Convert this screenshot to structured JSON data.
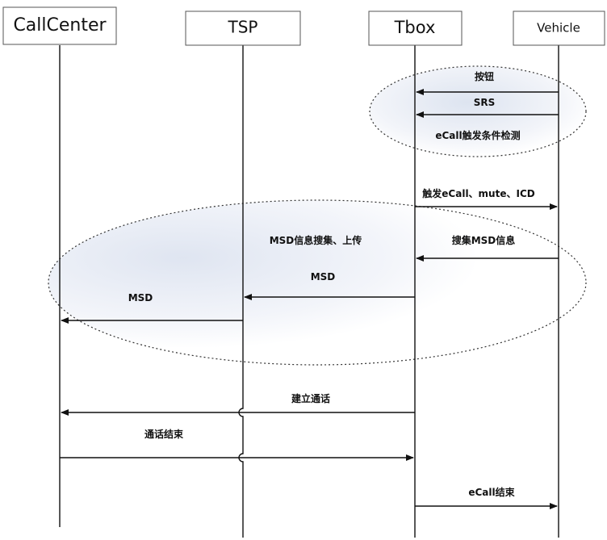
{
  "participants": [
    {
      "id": "callcenter",
      "label": "CallCenter"
    },
    {
      "id": "tsp",
      "label": "TSP"
    },
    {
      "id": "tbox",
      "label": "Tbox"
    },
    {
      "id": "vehicle",
      "label": "Vehicle"
    }
  ],
  "groups": {
    "trigger_group": "eCall触发条件检测",
    "msd_group": "MSD信息搜集、上传"
  },
  "messages": {
    "m1": "按钮",
    "m2": "SRS",
    "m3": "触发eCall、mute、ICD",
    "m4": "搜集MSD信息",
    "m5": "MSD",
    "m6": "MSD",
    "m7": "建立通话",
    "m8": "通话结束",
    "m9": "eCall结束"
  },
  "colors": {
    "line": "#111111",
    "box_border": "#555555",
    "group_fill": "#e8edf6"
  }
}
